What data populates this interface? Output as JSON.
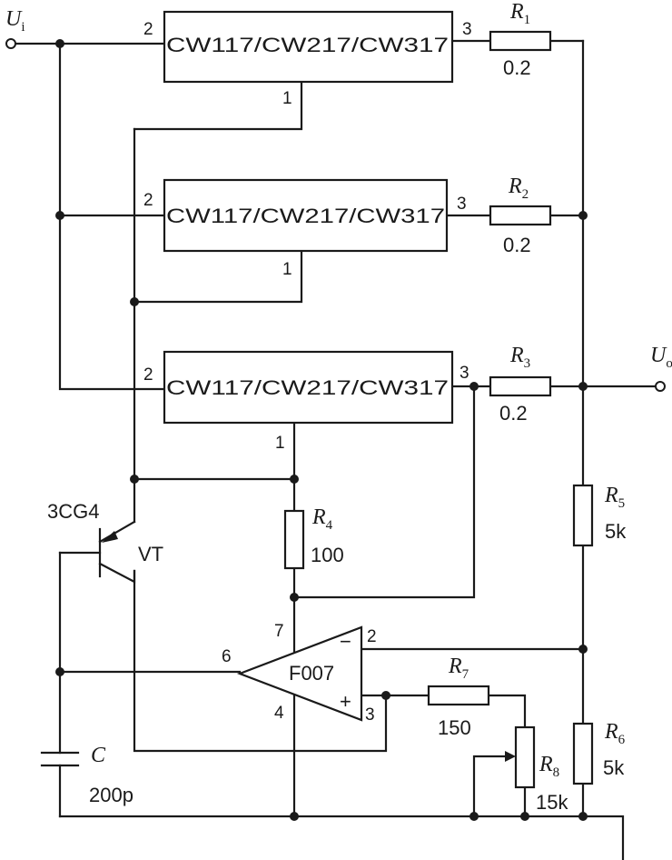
{
  "input": {
    "main": "U",
    "sub": "i"
  },
  "output": {
    "main": "U",
    "sub": "o"
  },
  "regulators": [
    {
      "label": "CW117/CW217/CW317",
      "pin_in": "2",
      "pin_out": "3",
      "pin_adj": "1"
    },
    {
      "label": "CW117/CW217/CW317",
      "pin_in": "2",
      "pin_out": "3",
      "pin_adj": "1"
    },
    {
      "label": "CW117/CW217/CW317",
      "pin_in": "2",
      "pin_out": "3",
      "pin_adj": "1"
    }
  ],
  "resistors": [
    {
      "main": "R",
      "sub": "1",
      "value": "0.2"
    },
    {
      "main": "R",
      "sub": "2",
      "value": "0.2"
    },
    {
      "main": "R",
      "sub": "3",
      "value": "0.2"
    },
    {
      "main": "R",
      "sub": "4",
      "value": "100"
    },
    {
      "main": "R",
      "sub": "5",
      "value": "5k"
    },
    {
      "main": "R",
      "sub": "6",
      "value": "5k"
    },
    {
      "main": "R",
      "sub": "7",
      "value": "150"
    },
    {
      "main": "R",
      "sub": "8",
      "value": "15k"
    }
  ],
  "transistor": {
    "part": "3CG4",
    "name": "VT"
  },
  "capacitor": {
    "main": "C",
    "value": "200p"
  },
  "opamp": {
    "label": "F007",
    "pin_out": "6",
    "pin_vplus": "7",
    "pin_inv": "2",
    "pin_noninv": "3",
    "pin_vminus": "4",
    "minus_sign": "−",
    "plus_sign": "+"
  }
}
